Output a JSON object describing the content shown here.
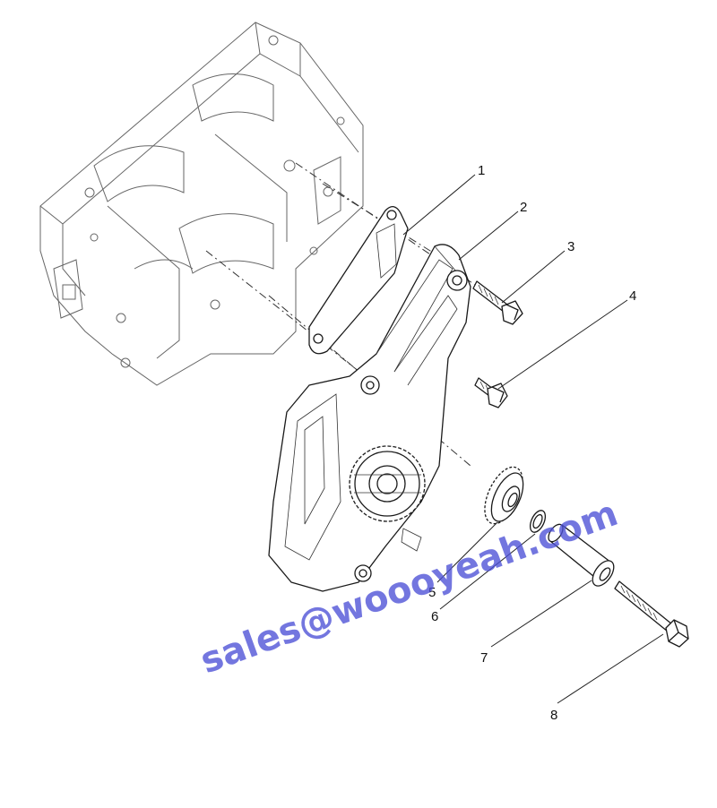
{
  "diagram": {
    "callouts": [
      {
        "label": "1",
        "part": "gasket"
      },
      {
        "label": "2",
        "part": "oil-pump-housing"
      },
      {
        "label": "3",
        "part": "long-flange-bolt"
      },
      {
        "label": "4",
        "part": "short-flange-bolt"
      },
      {
        "label": "5",
        "part": "idler-gear"
      },
      {
        "label": "6",
        "part": "thrust-washer"
      },
      {
        "label": "7",
        "part": "gear-shaft"
      },
      {
        "label": "8",
        "part": "long-bolt"
      }
    ],
    "watermark": "sales@woooyeah.com",
    "colors": {
      "line": "#1a1a1a",
      "ghost": "#666666",
      "watermark": "#4b4fd6"
    }
  }
}
